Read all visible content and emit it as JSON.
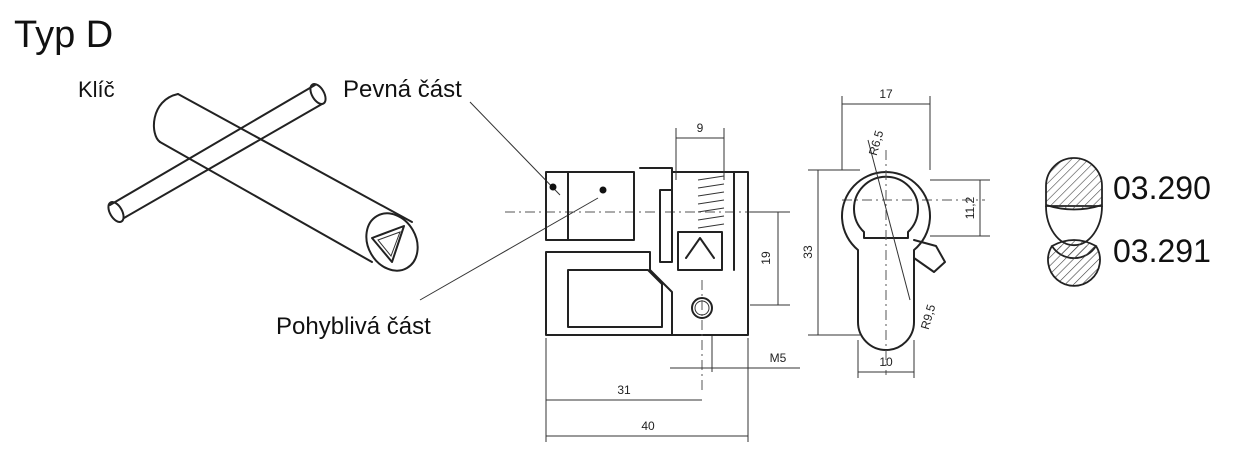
{
  "title": "Typ D",
  "labels": {
    "key": "Klíč",
    "fixed_part": "Pevná část",
    "moving_part": "Pohyblivá část"
  },
  "dimensions": {
    "d9": "9",
    "d19": "19",
    "d33": "33",
    "d31": "31",
    "d40": "40",
    "m5": "M5",
    "d17": "17",
    "r65": "R6,5",
    "d112": "11,2",
    "r95": "R9,5",
    "d10": "10"
  },
  "codes": {
    "first": "03.290",
    "second": "03.291"
  }
}
